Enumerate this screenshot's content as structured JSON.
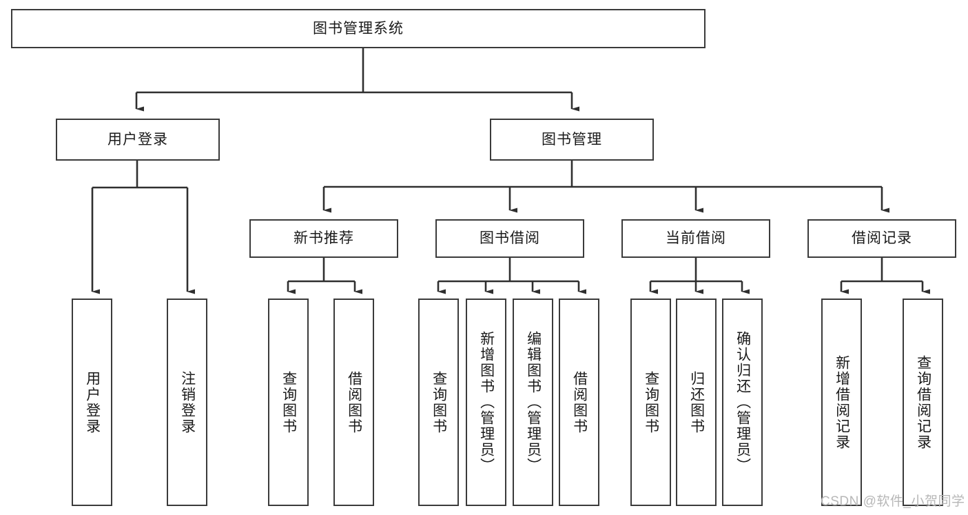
{
  "diagram": {
    "title": "图书管理系统",
    "type": "tree-hierarchy-chart",
    "root": {
      "label": "图书管理系统"
    },
    "level1": [
      {
        "label": "用户登录"
      },
      {
        "label": "图书管理"
      }
    ],
    "level2": [
      {
        "label": "新书推荐"
      },
      {
        "label": "图书借阅"
      },
      {
        "label": "当前借阅"
      },
      {
        "label": "借阅记录"
      }
    ],
    "leaves": {
      "user_login": [
        {
          "label": "用户登录"
        },
        {
          "label": "注销登录"
        }
      ],
      "new_book_recommend": [
        {
          "label": "查询图书"
        },
        {
          "label": "借阅图书"
        }
      ],
      "book_borrow": [
        {
          "label": "查询图书"
        },
        {
          "label": "新增图书（管理员）"
        },
        {
          "label": "编辑图书（管理员）"
        },
        {
          "label": "借阅图书"
        }
      ],
      "current_borrow": [
        {
          "label": "查询图书"
        },
        {
          "label": "归还图书"
        },
        {
          "label": "确认归还（管理员）"
        }
      ],
      "borrow_record": [
        {
          "label": "新增借阅记录"
        },
        {
          "label": "查询借阅记录"
        }
      ]
    }
  },
  "watermark": {
    "text": "CSDN @软件_小贺同学"
  },
  "colors": {
    "border": "#3a3a3a",
    "background": "#ffffff",
    "text": "#1a1a1a",
    "watermark": "#b7b7b7"
  }
}
